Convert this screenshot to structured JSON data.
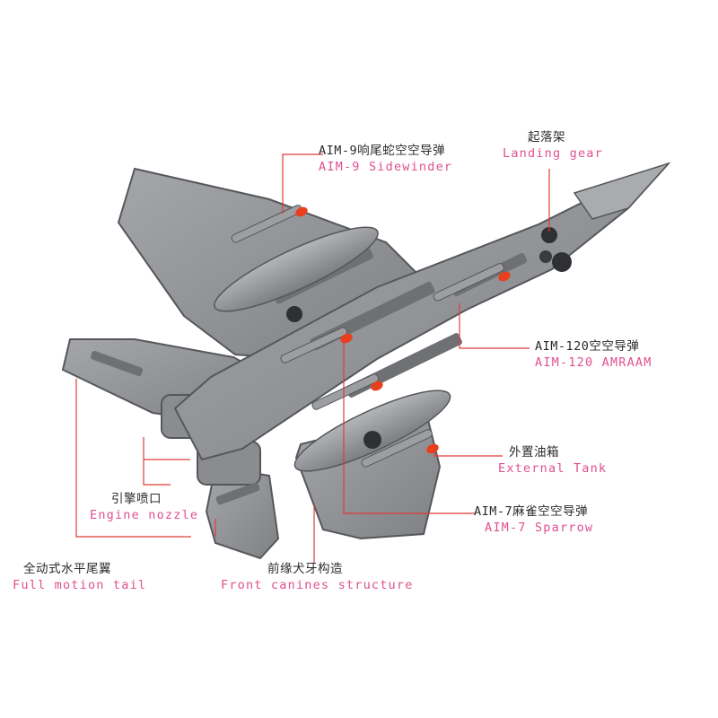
{
  "colors": {
    "body": "#8e9094",
    "body_light": "#a9abaf",
    "body_dark": "#6e7074",
    "edge": "#55575a",
    "missile_tip": "#e8401f",
    "leader_line": "#e03b3b",
    "english_text": "#e0508f"
  },
  "callouts": {
    "aim9": {
      "zh": "AIM-9响尾蛇空空导弹",
      "en": "AIM-9 Sidewinder"
    },
    "landing_gear": {
      "zh": "起落架",
      "en": "Landing gear"
    },
    "aim120": {
      "zh": "AIM-120空空导弹",
      "en": "AIM-120 AMRAAM"
    },
    "external_tank": {
      "zh": "外置油箱",
      "en": "External Tank"
    },
    "aim7": {
      "zh": "AIM-7麻雀空空导弹",
      "en": "AIM-7 Sparrow"
    },
    "engine_nozzle": {
      "zh": "引擎喷口",
      "en": "Engine nozzle"
    },
    "full_motion_tail": {
      "zh": "全动式水平尾翼",
      "en": "Full motion tail"
    },
    "front_canines": {
      "zh": "前缘犬牙构造",
      "en": "Front canines structure"
    }
  }
}
